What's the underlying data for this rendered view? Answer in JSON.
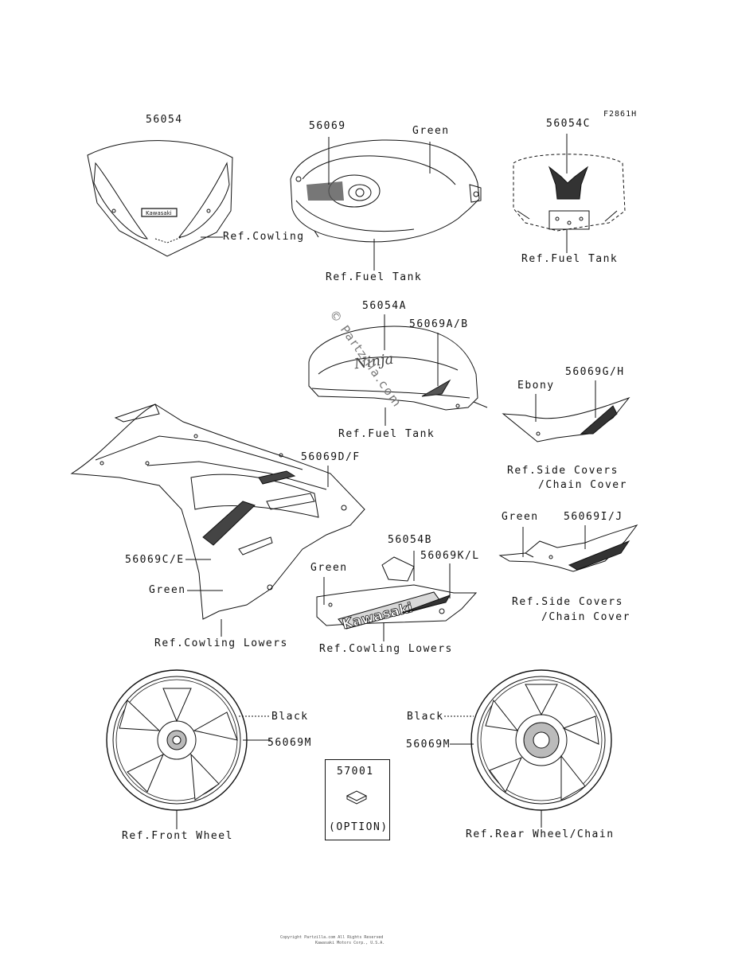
{
  "figure_code": "F2861H",
  "watermark": "© Partzilla.com",
  "labels": {
    "p56054": "56054",
    "p56069": "56069",
    "green_tank": "Green",
    "p56054C": "56054C",
    "ref_cowling": "Ref.Cowling",
    "ref_fuel_tank_1": "Ref.Fuel Tank",
    "ref_fuel_tank_2": "Ref.Fuel Tank",
    "p56054A": "56054A",
    "p56069AB": "56069A/B",
    "ebony": "Ebony",
    "p56069GH": "56069G/H",
    "ref_fuel_tank_3": "Ref.Fuel Tank",
    "ref_side_covers_1": "Ref.Side Covers",
    "chain_cover_1": "/Chain Cover",
    "p56069DF": "56069D/F",
    "green_side": "Green",
    "p56069IJ": "56069I/J",
    "p56054B": "56054B",
    "p56069KL": "56069K/L",
    "green_lower": "Green",
    "p56069CE": "56069C/E",
    "green_fairing": "Green",
    "ref_side_covers_2": "Ref.Side Covers",
    "chain_cover_2": "/Chain Cover",
    "ref_cowling_lowers_1": "Ref.Cowling Lowers",
    "ref_cowling_lowers_2": "Ref.Cowling Lowers",
    "black_front": "Black",
    "p56069M_front": "56069M",
    "black_rear": "Black",
    "p56069M_rear": "56069M",
    "p57001": "57001",
    "option": "(OPTION)",
    "ref_front_wheel": "Ref.Front Wheel",
    "ref_rear_wheel": "Ref.Rear Wheel/Chain"
  },
  "decal_text": {
    "kawasaki_small": "Kawasaki",
    "ninja": "Ninja",
    "kawasaki_large": "Kawasaki"
  },
  "footer_line_1": "Copyright Partzilla.com All Rights Reserved",
  "footer_line_2": "Kawasaki Motors Corp., U.S.A."
}
